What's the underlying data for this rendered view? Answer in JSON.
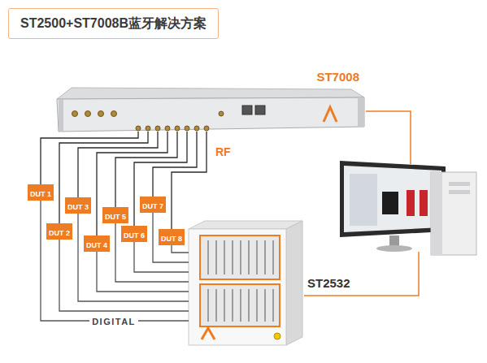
{
  "diagram": {
    "title": "ST2500+ST7008B蓝牙解决方案",
    "nodes": [
      {
        "text": [
          "ST7008"
        ]
      },
      {
        "text": [
          "DUT 1"
        ]
      },
      {
        "text": [
          "DUT 2"
        ]
      },
      {
        "text": [
          "DUT 3"
        ]
      },
      {
        "text": [
          "DUT 4"
        ]
      },
      {
        "text": [
          "DUT 5"
        ]
      },
      {
        "text": [
          "DUT 6"
        ]
      },
      {
        "text": [
          "DUT 7"
        ]
      },
      {
        "text": [
          "DUT 8"
        ]
      },
      {
        "text": [
          "ST2532"
        ]
      }
    ],
    "edges": [
      {
        "from": 0,
        "to": 1,
        "arrow": "none"
      },
      {
        "from": 1,
        "to": 9,
        "arrow": "none"
      },
      {
        "from": 0,
        "to": 2,
        "arrow": "none"
      },
      {
        "from": 2,
        "to": 9,
        "arrow": "none"
      },
      {
        "from": 0,
        "to": 3,
        "arrow": "none"
      },
      {
        "from": 3,
        "to": 9,
        "arrow": "none"
      },
      {
        "from": 0,
        "to": 4,
        "arrow": "none"
      },
      {
        "from": 4,
        "to": 9,
        "arrow": "none"
      },
      {
        "from": 0,
        "to": 5,
        "arrow": "none"
      },
      {
        "from": 5,
        "to": 9,
        "arrow": "none"
      },
      {
        "from": 0,
        "to": 6,
        "arrow": "none"
      },
      {
        "from": 6,
        "to": 9,
        "arrow": "none"
      },
      {
        "from": 0,
        "to": 7,
        "arrow": "none"
      },
      {
        "from": 7,
        "to": 9,
        "arrow": "none"
      },
      {
        "from": 0,
        "to": 8,
        "arrow": "none"
      },
      {
        "from": 8,
        "to": 9,
        "arrow": "none"
      }
    ],
    "labels": [
      "RF",
      "DIGITAL"
    ]
  }
}
